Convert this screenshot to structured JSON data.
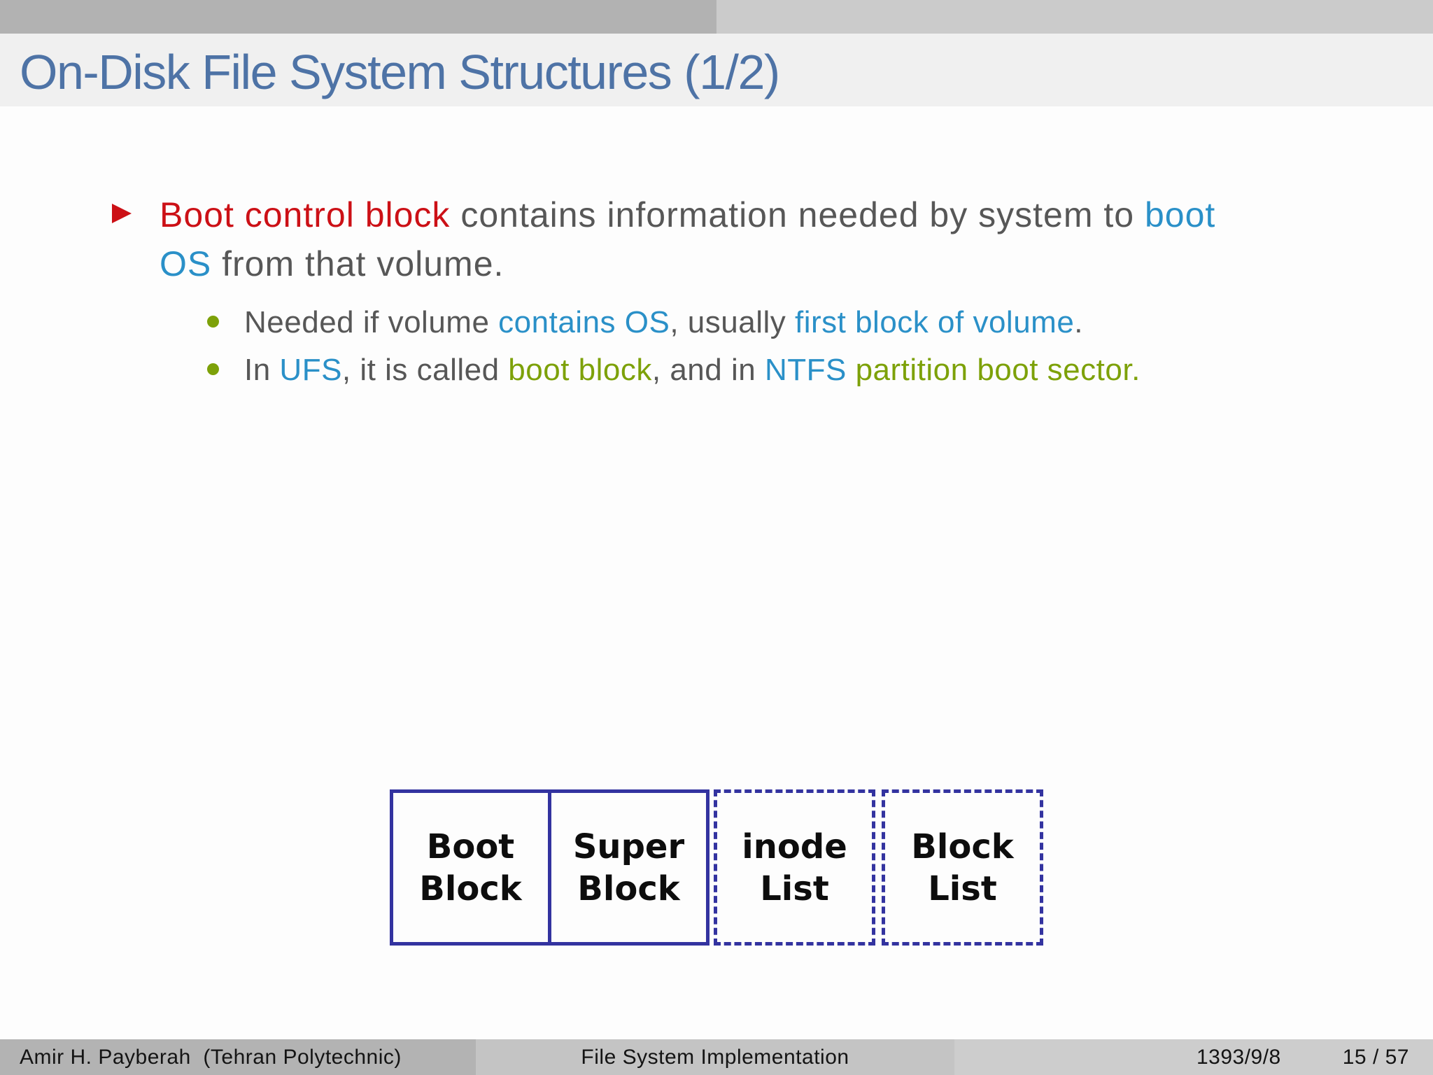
{
  "header": {
    "title": "On-Disk File System Structures (1/2)"
  },
  "content": {
    "bullet": {
      "lines": [
        {
          "segments": [
            {
              "text": "Boot control block",
              "color": "red"
            },
            {
              "text": " contains information needed by system to ",
              "color": "gray"
            },
            {
              "text": "boot",
              "color": "cyan"
            }
          ]
        },
        {
          "segments": [
            {
              "text": "OS",
              "color": "cyan"
            },
            {
              "text": " from that volume.",
              "color": "gray"
            }
          ]
        }
      ]
    },
    "subbullets": [
      {
        "segments": [
          {
            "text": "Needed if volume ",
            "color": "gray"
          },
          {
            "text": "contains OS",
            "color": "cyan"
          },
          {
            "text": ", usually ",
            "color": "gray"
          },
          {
            "text": "first block of volume",
            "color": "cyan"
          },
          {
            "text": ".",
            "color": "gray"
          }
        ]
      },
      {
        "segments": [
          {
            "text": "In ",
            "color": "gray"
          },
          {
            "text": "UFS",
            "color": "cyan"
          },
          {
            "text": ", it is called ",
            "color": "gray"
          },
          {
            "text": "boot block",
            "color": "green"
          },
          {
            "text": ", and in ",
            "color": "gray"
          },
          {
            "text": "NTFS",
            "color": "cyan"
          },
          {
            "text": " ",
            "color": "gray"
          },
          {
            "text": "partition boot sector",
            "color": "green"
          },
          {
            "text": ".",
            "color": "green"
          }
        ]
      }
    ]
  },
  "diagram": {
    "boxes": [
      {
        "line1": "Boot",
        "line2": "Block",
        "border": "solid"
      },
      {
        "line1": "Super",
        "line2": "Block",
        "border": "solid"
      },
      {
        "line1": "inode",
        "line2": "List",
        "border": "dashed"
      },
      {
        "line1": "Block",
        "line2": "List",
        "border": "dashed"
      }
    ]
  },
  "footer": {
    "author": "Amir H. Payberah  (Tehran Polytechnic)",
    "title": "File System Implementation",
    "date": "1393/9/8",
    "page": "15 / 57"
  },
  "colors": {
    "title_blue": "#4e73a6",
    "alert_red": "#cc1016",
    "accent_cyan": "#2a90c8",
    "accent_green": "#7da109",
    "box_border_indigo": "#3333a0",
    "header_bar_dark_gray": "#b2b2b2",
    "header_bar_light_gray": "#cbcbcb",
    "title_band_gray": "#f0f0f0",
    "footer_left_gray": "#b3b3b3",
    "footer_mid_gray": "#c4c4c4",
    "footer_right_gray": "#cdcdcd"
  }
}
